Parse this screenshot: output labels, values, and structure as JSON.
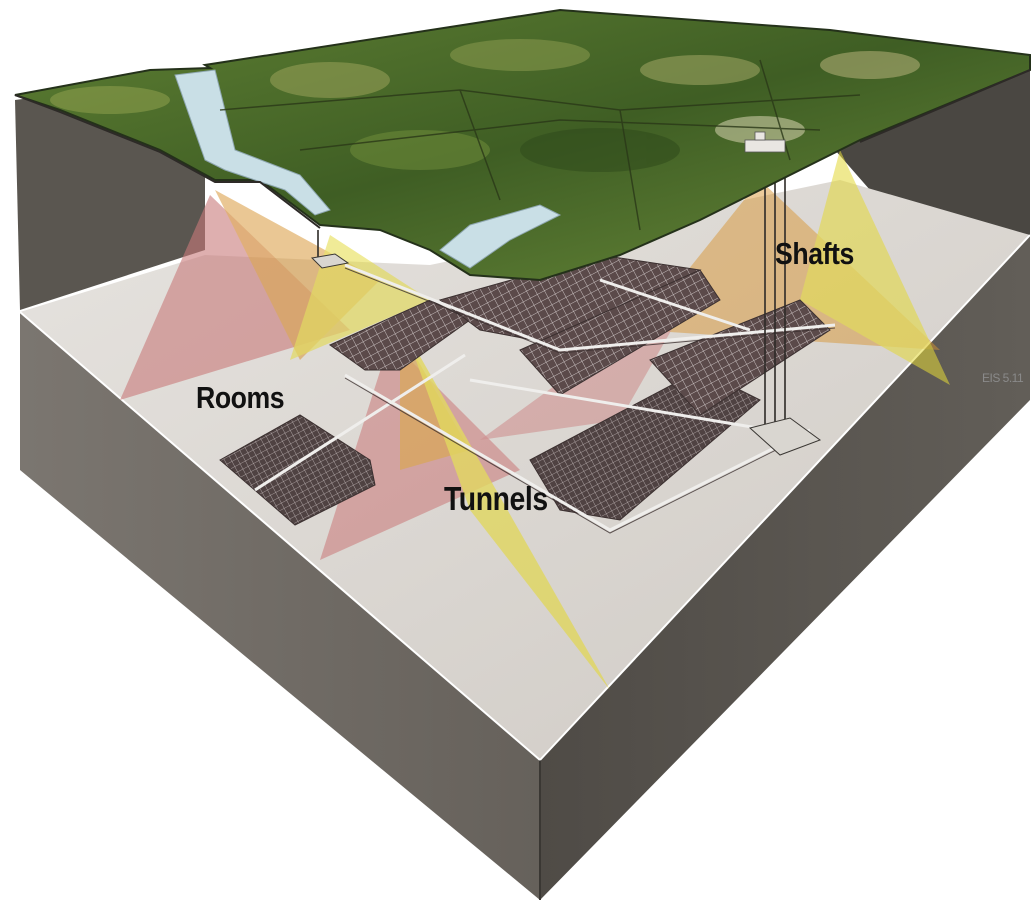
{
  "labels": {
    "rooms": "Rooms",
    "tunnels": "Tunnels",
    "shafts": "Shafts",
    "figure_code": "EIS 5.11"
  },
  "colors": {
    "background": "#ffffff",
    "rock_front_left": "#6f6a63",
    "rock_front_right": "#57534d",
    "floor": "#d7d4cf",
    "terrain_green": "#4e6e2a",
    "water": "#c9dfe6",
    "rooms_grid": "#5b4a4a",
    "fan_yellow": "#e3d83a",
    "fan_pink": "#c97a7a",
    "fan_orange": "#d79533"
  },
  "icons": {
    "block": "cutaway-terrain-block",
    "rooms": "room-grid-panels",
    "shafts": "vertical-shaft-lines"
  }
}
